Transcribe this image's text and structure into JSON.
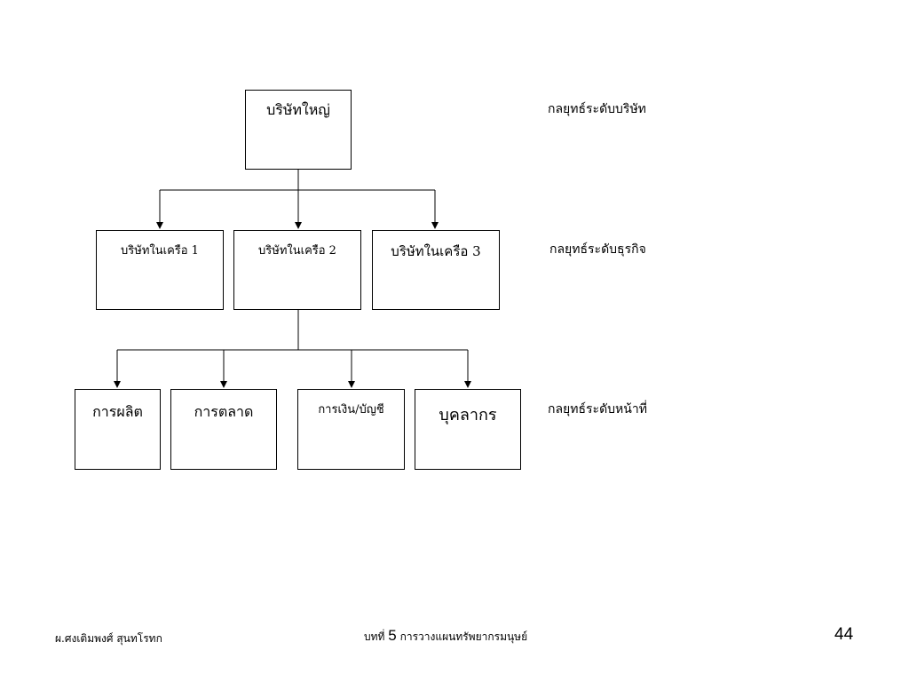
{
  "diagram": {
    "top": {
      "label": "บริษัทใหญ่"
    },
    "subsidiaries": [
      {
        "label": "บริษัทในเครือ 1"
      },
      {
        "label": "บริษัทในเครือ 2"
      },
      {
        "label": "บริษัทในเครือ 3"
      }
    ],
    "functions": [
      {
        "label": "การผลิต"
      },
      {
        "label": "การตลาด"
      },
      {
        "label": "การเงิน/บัญชี"
      },
      {
        "label": "บุคลากร"
      }
    ],
    "levels": {
      "corporate": "กลยุทธ์ระดับบริษัท",
      "business": "กลยุทธ์ระดับธุรกิจ",
      "functional": "กลยุทธ์ระดับหน้าที่"
    }
  },
  "footer": {
    "author": "ผ.ศงเติมพงศ์ สุนทโรทก",
    "chapter_prefix": "บทที่",
    "chapter_number": "5",
    "chapter_title": "การวางแผนทรัพยากรมนุษย์",
    "page_number": "44"
  }
}
